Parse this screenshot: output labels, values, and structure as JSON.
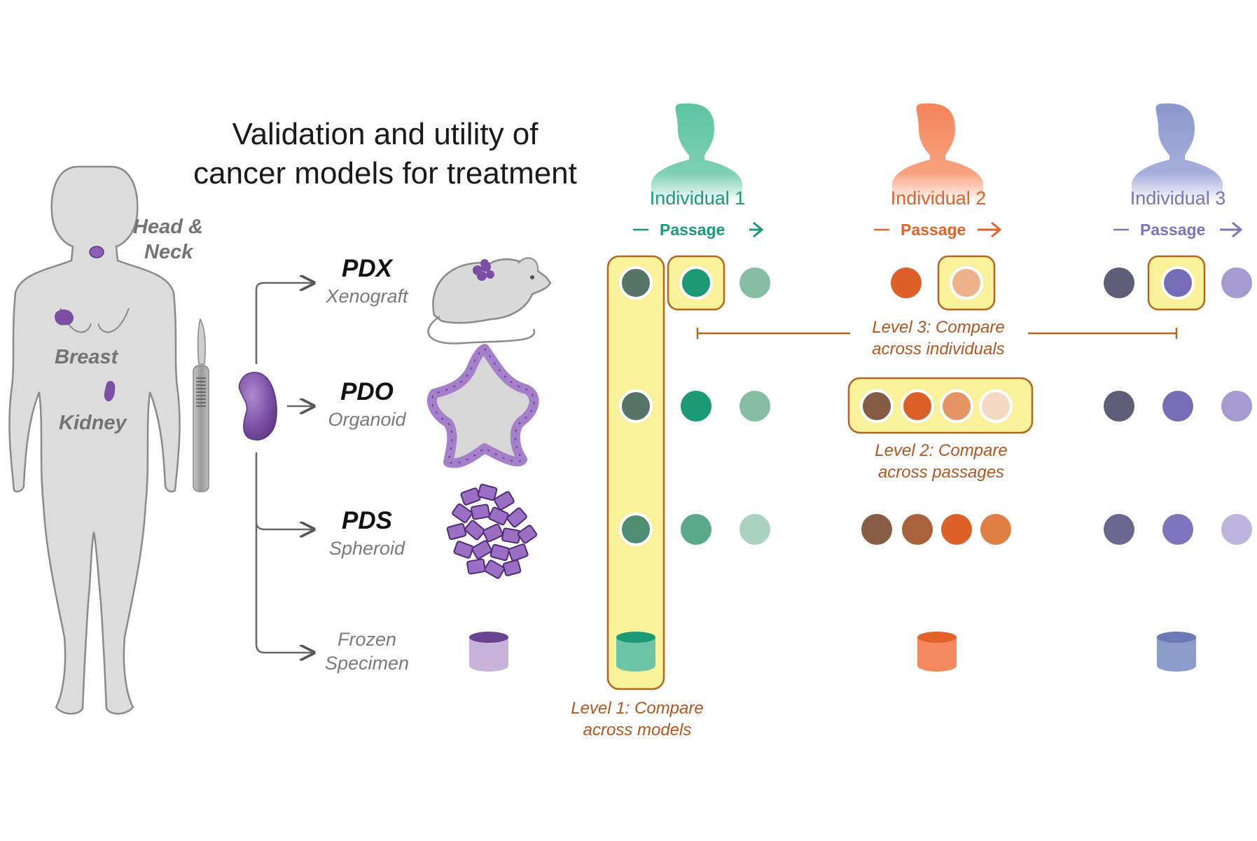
{
  "title": {
    "line1": "Validation and utility of",
    "line2": "cancer models for treatment"
  },
  "body_sites": {
    "head_neck_line1": "Head &",
    "head_neck_line2": "Neck",
    "breast": "Breast",
    "kidney": "Kidney"
  },
  "models": [
    {
      "abbr": "PDX",
      "name": "Xenograft"
    },
    {
      "abbr": "PDO",
      "name": "Organoid"
    },
    {
      "abbr": "PDS",
      "name": "Spheroid"
    },
    {
      "abbr": "",
      "name_line1": "Frozen",
      "name_line2": "Specimen"
    }
  ],
  "individuals": [
    {
      "label": "Individual 1",
      "passage": "Passage",
      "color": "#1a9a76"
    },
    {
      "label": "Individual 2",
      "passage": "Passage",
      "color": "#e2622a"
    },
    {
      "label": "Individual 3",
      "passage": "Passage",
      "color": "#7a74b8"
    }
  ],
  "levels": {
    "level1": {
      "line1": "Level 1: Compare",
      "line2": "across models"
    },
    "level2": {
      "line1": "Level 2: Compare",
      "line2": "across passages"
    },
    "level3": {
      "line1": "Level 3: Compare",
      "line2": "across individuals"
    }
  },
  "colors": {
    "highlight_fill": "#faf29a",
    "highlight_stroke": "#b4651f",
    "body_fill": "#dcdcdc",
    "tumor_purple": "#7b4ea3",
    "ind1_dots": [
      "#567566",
      "#1b9a73",
      "#86bea3",
      "#4f8e72",
      "#5aa98a",
      "#acd3c1"
    ],
    "ind2_dots": [
      "#dc6028",
      "#eeb28b",
      "#845b44",
      "#db5f28",
      "#e59563",
      "#f3d8c4",
      "#865c45",
      "#a86138",
      "#dc6028",
      "#e07f44"
    ],
    "ind3_dots": [
      "#5e5c79",
      "#776db6",
      "#a59bd0",
      "#6b6890",
      "#7e75bd",
      "#bcb4dc"
    ],
    "cylinders": [
      "#c8b3da",
      "#6cc5a7",
      "#f4895f",
      "#8c9cc8"
    ]
  }
}
